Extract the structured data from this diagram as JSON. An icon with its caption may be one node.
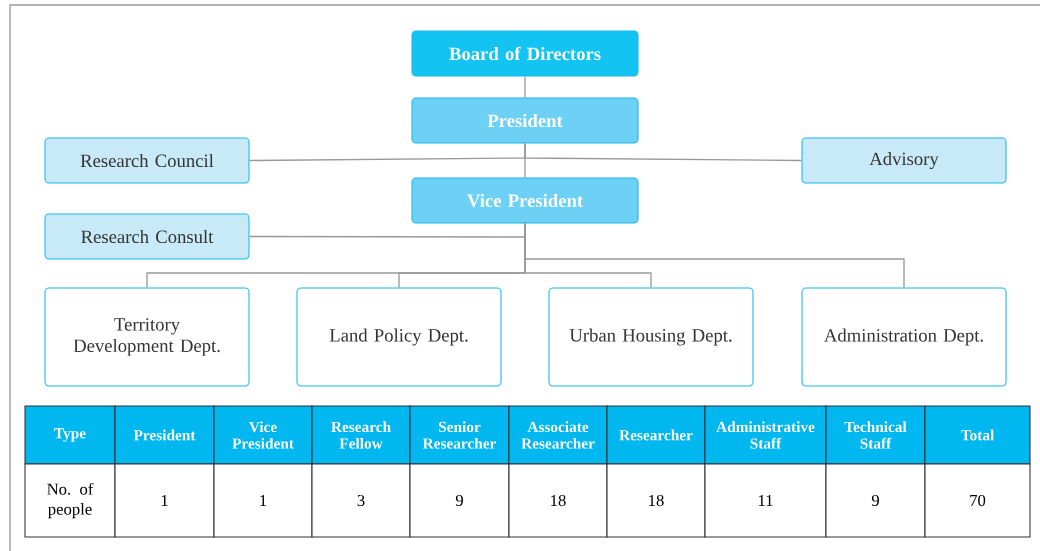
{
  "diagram": {
    "nodes": [
      {
        "text": [
          "Board of Directors"
        ]
      },
      {
        "text": [
          "President"
        ]
      },
      {
        "text": [
          "Research Council"
        ]
      },
      {
        "text": [
          "Advisory"
        ]
      },
      {
        "text": [
          "Vice President"
        ]
      },
      {
        "text": [
          "Research Consult"
        ]
      },
      {
        "text": [
          "Territory Development Dept."
        ]
      },
      {
        "text": [
          "Land Policy Dept."
        ]
      },
      {
        "text": [
          "Urban Housing Dept."
        ]
      },
      {
        "text": [
          "Administration Dept."
        ]
      }
    ],
    "edges": [
      {
        "from": 0,
        "to": 1,
        "arrow": "none"
      },
      {
        "from": 1,
        "to": 4,
        "arrow": "none"
      },
      {
        "from": 1,
        "to": 2,
        "arrow": "none"
      },
      {
        "from": 1,
        "to": 3,
        "arrow": "none"
      },
      {
        "from": 4,
        "to": 5,
        "arrow": "none"
      },
      {
        "from": 4,
        "to": 6,
        "arrow": "none"
      },
      {
        "from": 4,
        "to": 7,
        "arrow": "none"
      },
      {
        "from": 4,
        "to": 8,
        "arrow": "none"
      },
      {
        "from": 4,
        "to": 9,
        "arrow": "none"
      }
    ],
    "labels": [
      "Type",
      "President",
      "Vice President",
      "Research Fellow",
      "Senior Researcher",
      "Associate Researcher",
      "Researcher",
      "Administrative Staff",
      "Technical Staff",
      "Total",
      "No. of people",
      "1",
      "1",
      "3",
      "9",
      "18",
      "18",
      "11",
      "9",
      "70"
    ]
  }
}
